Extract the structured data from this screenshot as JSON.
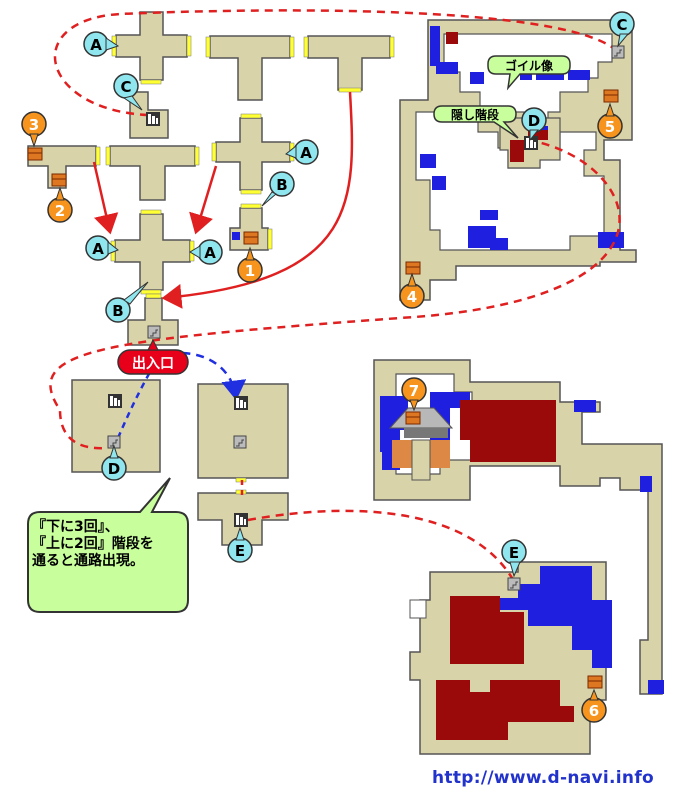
{
  "markers": {
    "a": "A",
    "b": "B",
    "c": "C",
    "d": "D",
    "e": "E",
    "t1": "1",
    "t2": "2",
    "t3": "3",
    "t4": "4",
    "t5": "5",
    "t6": "6",
    "t7": "7"
  },
  "labels": {
    "statue": "ゴイル像",
    "hidden_stairs": "隠し階段",
    "entrance": "出入口"
  },
  "note": {
    "line1": "『下に3回』、",
    "line2": "『上に2回』階段を",
    "line3": "通ると通路出現。"
  },
  "footer": {
    "url": "http://www.d-navi.info"
  },
  "colors": {
    "floor": "#d8d3a8",
    "wall": "#555555",
    "water": "#1f1fe0",
    "lava": "#9b0a0a",
    "door": "#ffff33",
    "route_red": "#e02020",
    "route_blue": "#2030e0",
    "marker_cyan": "#8fe6ee",
    "marker_orange": "#f7941d",
    "balloon_green": "#c8ff9c",
    "tag_red": "#e8001a"
  },
  "icons": [
    "stairs-icon",
    "treasure-chest-icon"
  ]
}
